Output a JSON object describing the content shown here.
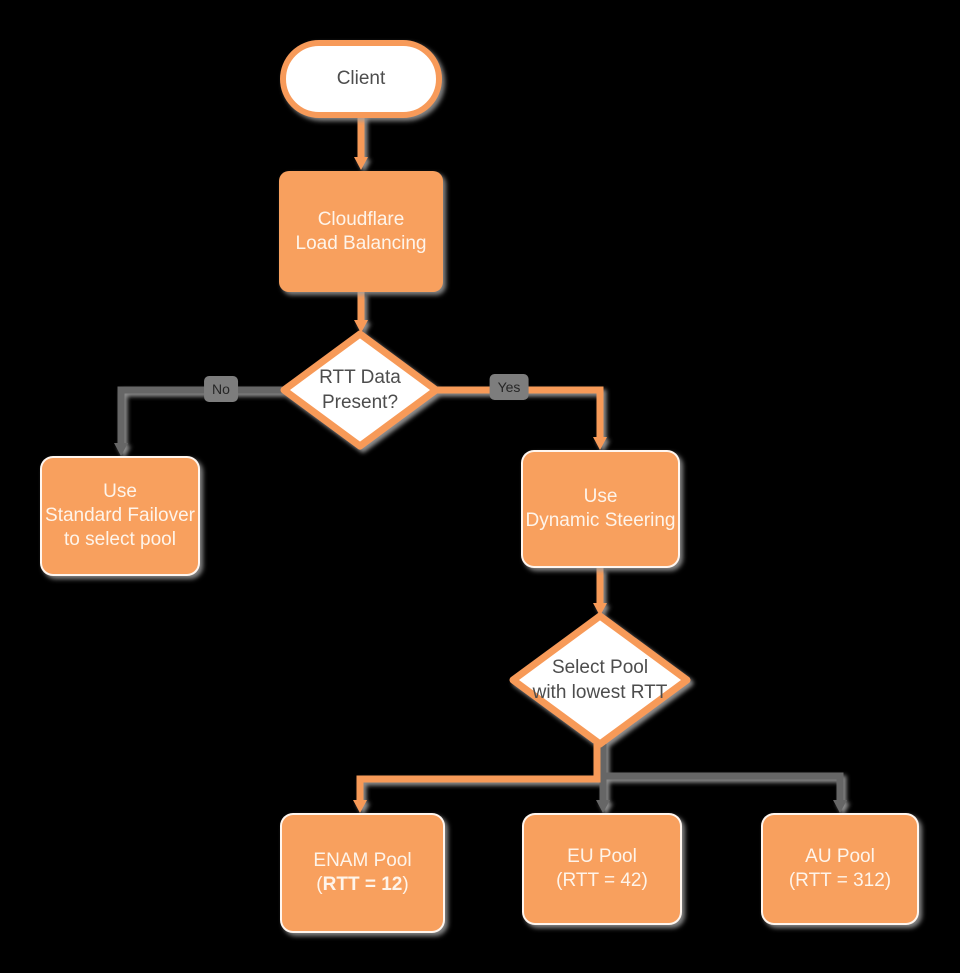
{
  "page": {
    "background": "#000000"
  },
  "colors": {
    "node_fill_orange": "#F8A05E",
    "node_stroke_orange": "#F79A59",
    "node_fill_white": "#FFFFFF",
    "text_on_orange": "#FEF4EA",
    "text_on_white": "#4D4D4D",
    "edge_gray": "#666666",
    "edge_orange": "#F79A59",
    "edge_label_bg": "#7D7D7D",
    "edge_label_text": "#262626",
    "shadow": "#9E9E9E"
  },
  "nodes": {
    "client": {
      "label": "Client"
    },
    "load_balancer": {
      "line1": "Cloudflare",
      "line2": "Load Balancing"
    },
    "rtt_decision": {
      "line1": "RTT Data",
      "line2": "Present?"
    },
    "standard_failover": {
      "line1": "Use",
      "line2": "Standard Failover",
      "line3": "to select pool"
    },
    "dynamic_steering": {
      "line1": "Use",
      "line2": "Dynamic Steering"
    },
    "select_pool": {
      "line1": "Select Pool",
      "line2": "with lowest RTT"
    },
    "enam_pool": {
      "line1": "ENAM Pool",
      "line2_prefix": "(",
      "line2_bold": "RTT = 12",
      "line2_suffix": ")"
    },
    "eu_pool": {
      "line1": "EU Pool",
      "line2_prefix": "(RTT = 42)",
      "line2_bold": "",
      "line2_suffix": ""
    },
    "au_pool": {
      "line1": "AU Pool",
      "line2_prefix": "(RTT = 312)",
      "line2_bold": "",
      "line2_suffix": ""
    }
  },
  "edge_labels": {
    "no": "No",
    "yes": "Yes"
  }
}
